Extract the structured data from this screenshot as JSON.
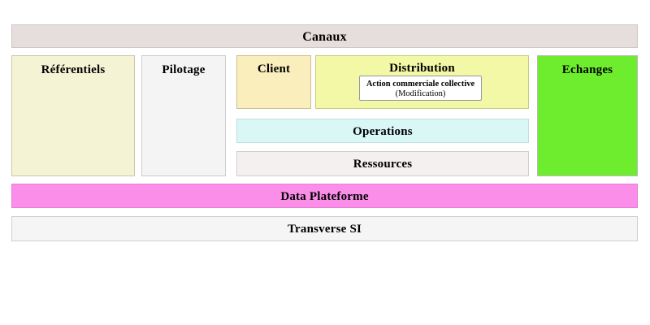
{
  "diagram": {
    "title_bar": {
      "label": "Canaux",
      "color": "#e6dedc"
    },
    "blocks": [
      {
        "id": "referentiels",
        "label": "Référentiels",
        "color": "#f4f4d4"
      },
      {
        "id": "pilotage",
        "label": "Pilotage",
        "color": "#f4f4f4"
      },
      {
        "id": "client",
        "label": "Client",
        "color": "#fbeebd"
      },
      {
        "id": "distribution",
        "label": "Distribution",
        "color": "#f2f8a6"
      },
      {
        "id": "operations",
        "label": "Operations",
        "color": "#daf7f7"
      },
      {
        "id": "ressources",
        "label": "Ressources",
        "color": "#f5f0f0"
      },
      {
        "id": "echanges",
        "label": "Echanges",
        "color": "#6ded2e"
      }
    ],
    "highlight_card": {
      "title": "Action commerciale collective",
      "subtitle": "(Modification)",
      "background": "#ffffff",
      "border": "#999999"
    },
    "footer_bars": [
      {
        "id": "data-plateforme",
        "label": "Data Plateforme",
        "color": "#fa8ee9"
      },
      {
        "id": "transverse-si",
        "label": "Transverse SI",
        "color": "#f5f5f5"
      }
    ]
  }
}
